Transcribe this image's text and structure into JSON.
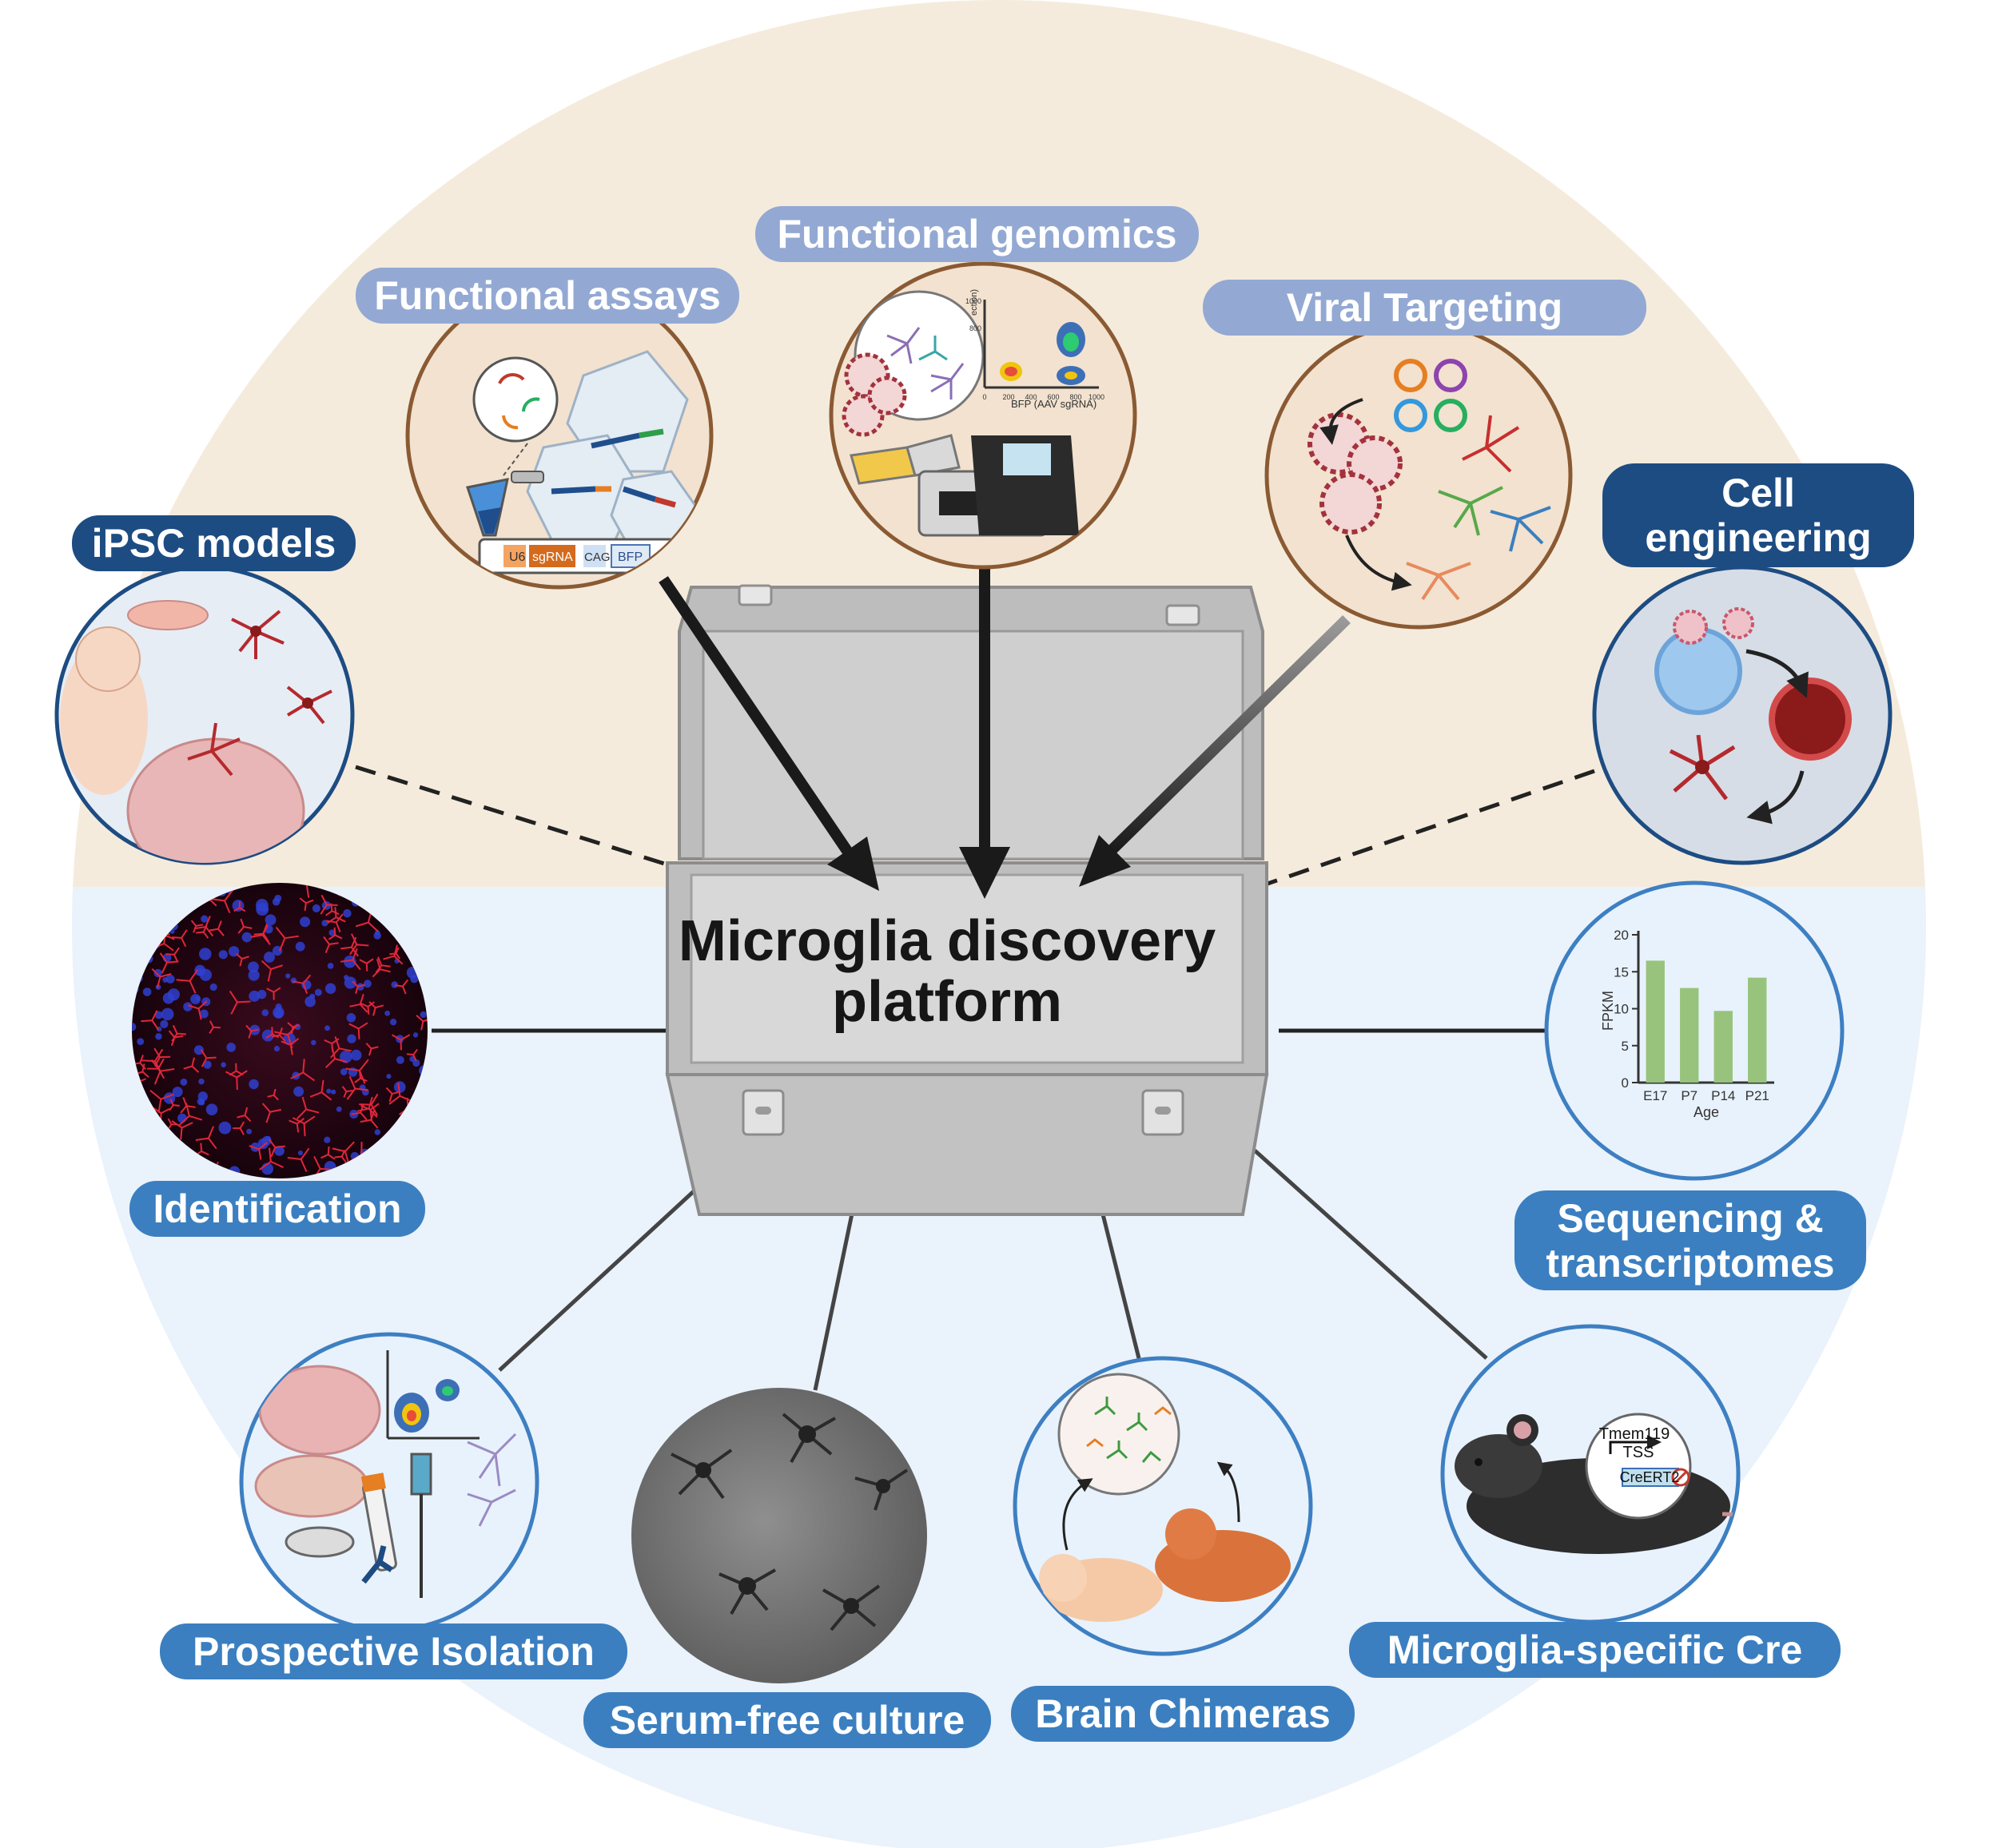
{
  "center": {
    "line1": "Microglia discovery",
    "line2": "platform"
  },
  "labels": {
    "functional_assays": "Functional assays",
    "functional_genomics": "Functional genomics",
    "viral_targeting": "Viral Targeting",
    "ipsc_models": "iPSC models",
    "cell_engineering_line1": "Cell",
    "cell_engineering_line2": "engineering",
    "identification": "Identification",
    "sequencing_line1": "Sequencing &",
    "sequencing_line2": "transcriptomes",
    "prospective_isolation": "Prospective Isolation",
    "serum_free_culture": "Serum-free culture",
    "brain_chimeras": "Brain Chimeras",
    "microglia_cre": "Microglia-specific Cre"
  },
  "assay_construct": [
    "U6",
    "sgRNA",
    "CAG",
    "BFP"
  ],
  "genomics_plot": {
    "x_label": "BFP (AAV sgRNA)",
    "x_ticks": [
      "0",
      "200",
      "400",
      "600",
      "800",
      "1000"
    ],
    "y_ticks": [
      "800",
      "1000"
    ],
    "y_label_fragment": "ection)"
  },
  "cre_construct": {
    "gene": "Tmem119",
    "tss": "TSS",
    "cassette": "CreERT2"
  },
  "chart_data": {
    "type": "bar",
    "categories": [
      "E17",
      "P7",
      "P14",
      "P21"
    ],
    "values": [
      16.5,
      12.8,
      9.7,
      14.2
    ],
    "ylabel": "FPKM",
    "xlabel": "Age",
    "ylim": [
      0,
      20
    ],
    "y_ticks": [
      "0",
      "5",
      "10",
      "15",
      "20"
    ],
    "color": "#98c37c"
  },
  "colors": {
    "top_background": "#f5ebdc",
    "bottom_background": "#eaf2fb",
    "box_gray": "#c9c9c9",
    "pill_light": "#93a9d3",
    "pill_dark": "#1d4c82",
    "pill_blue": "#3b7fc0",
    "circle_top_border": "#8a5a33",
    "circle_bottom_border": "#3d7fc2",
    "microglia_red": "#b5292d"
  }
}
